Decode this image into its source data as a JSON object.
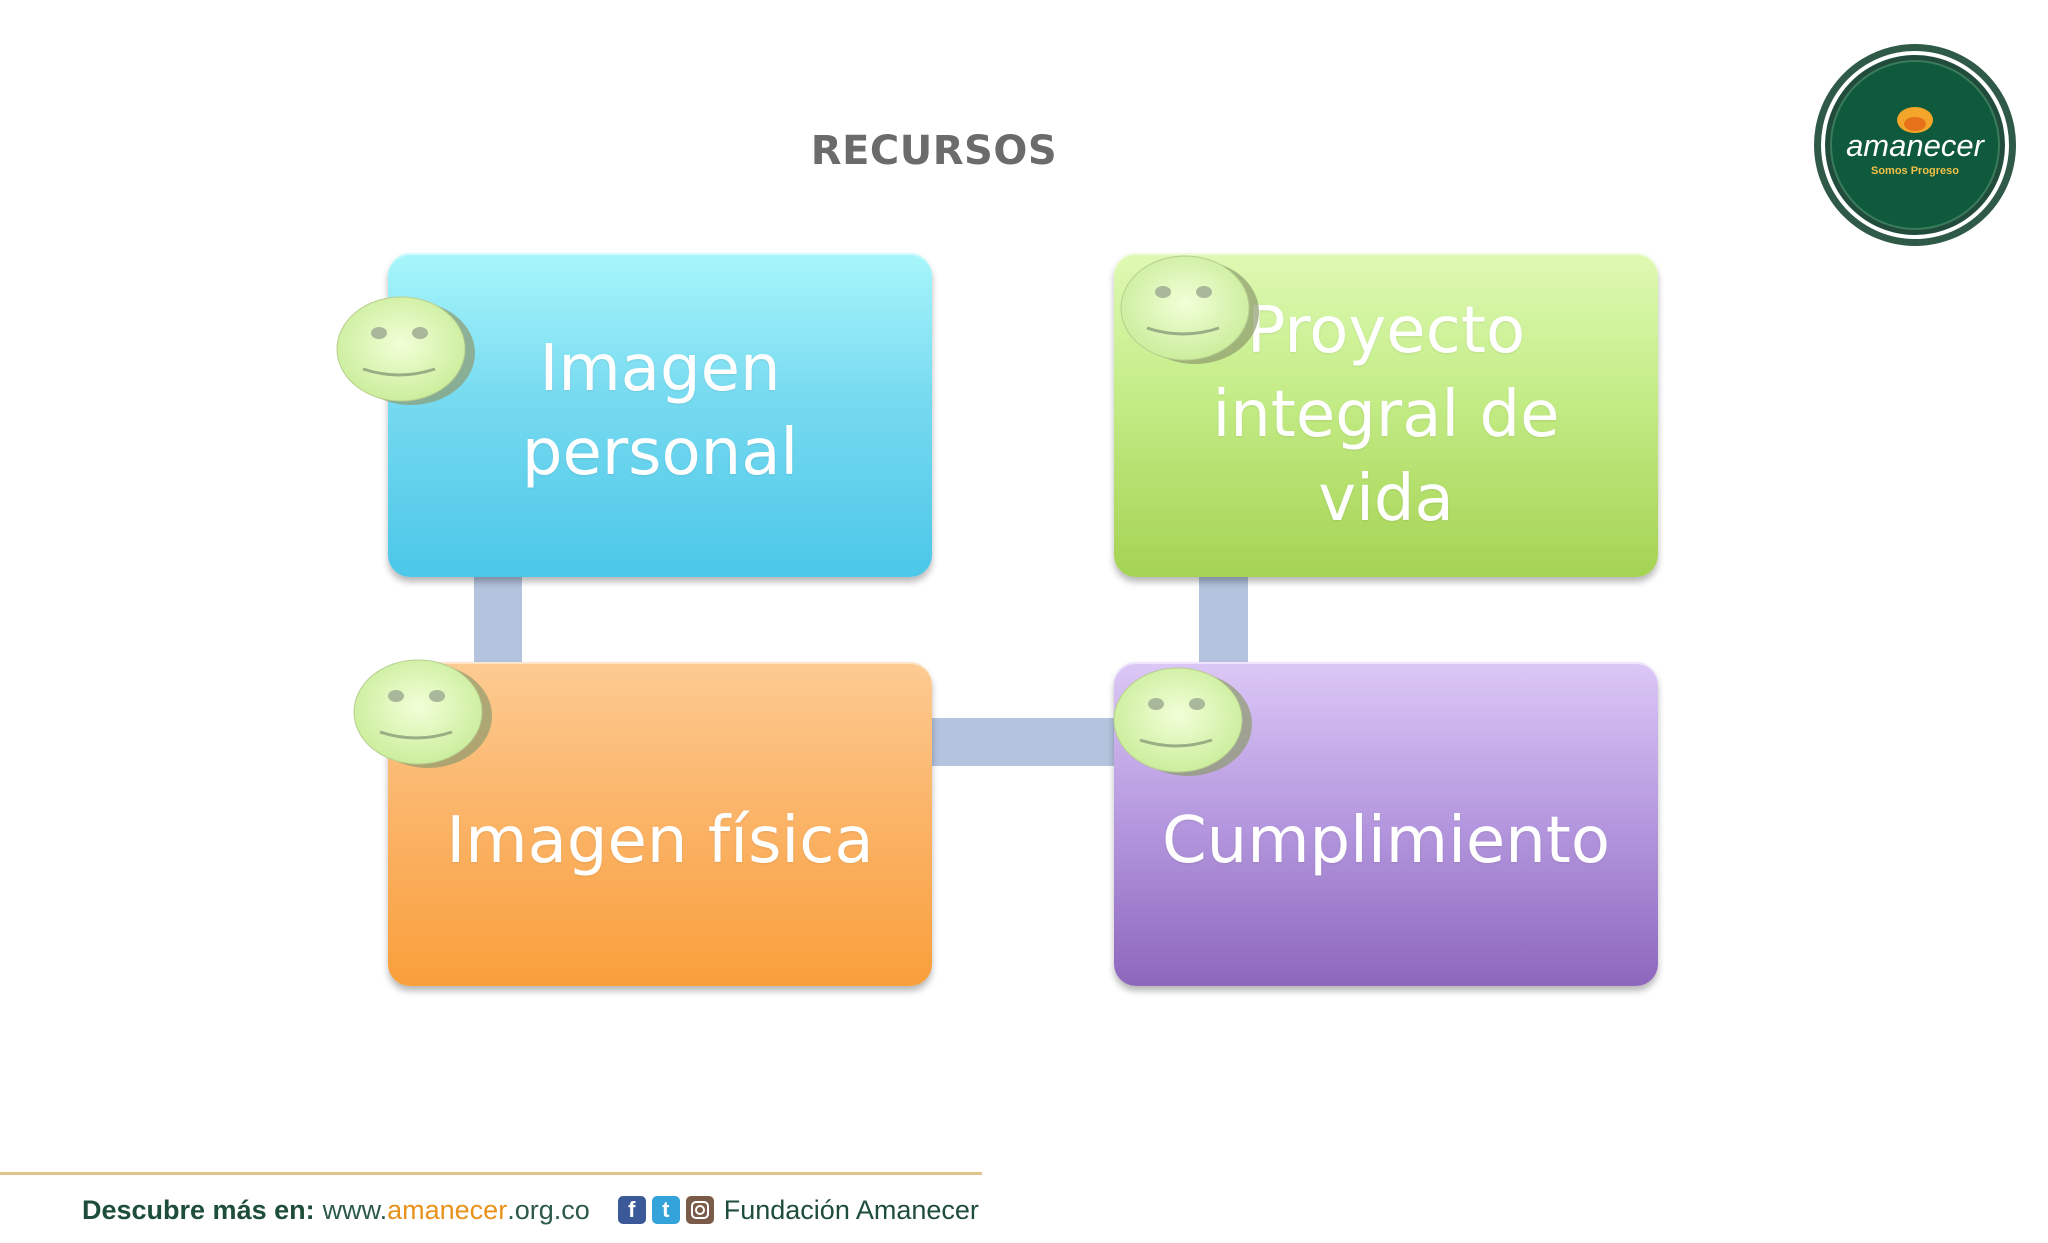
{
  "title": "RECURSOS",
  "logo": {
    "brand": "amanecer",
    "tagline": "Somos Progreso"
  },
  "boxes": [
    {
      "label": "Imagen personal",
      "color": "#4bc7e8"
    },
    {
      "label": "Proyecto integral de vida",
      "color": "#a5d353"
    },
    {
      "label": "Imagen física",
      "color": "#f99f3b"
    },
    {
      "label": "Cumplimiento",
      "color": "#8e67bd"
    }
  ],
  "footer": {
    "lead": "Descubre más en:",
    "url_prefix": "www.",
    "url_brand": "amanecer",
    "url_suffix": ".org.co",
    "social_icons": [
      "facebook-icon",
      "twitter-icon",
      "instagram-icon"
    ],
    "organization": "Fundación Amanecer"
  }
}
